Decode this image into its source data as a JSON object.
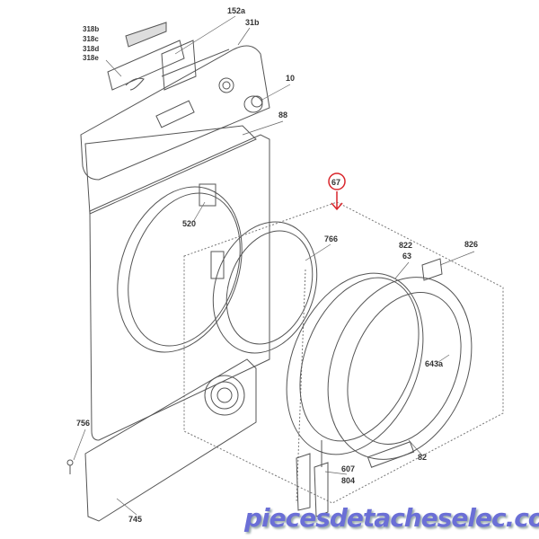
{
  "labels": {
    "p318b": "318b",
    "p318c": "318c",
    "p318d": "318d",
    "p318e": "318e",
    "p152a": "152a",
    "p31b": "31b",
    "p10": "10",
    "p88": "88",
    "p67": "67",
    "p520": "520",
    "p766": "766",
    "p822": "822",
    "p63": "63",
    "p826": "826",
    "p643a": "643a",
    "p756": "756",
    "p607": "607",
    "p804": "804",
    "p82": "82",
    "p745": "745"
  },
  "watermark": "piecesdetacheselec.com",
  "colors": {
    "line": "#555555",
    "highlight": "#d9262c",
    "watermark": "#6b6fd6"
  }
}
